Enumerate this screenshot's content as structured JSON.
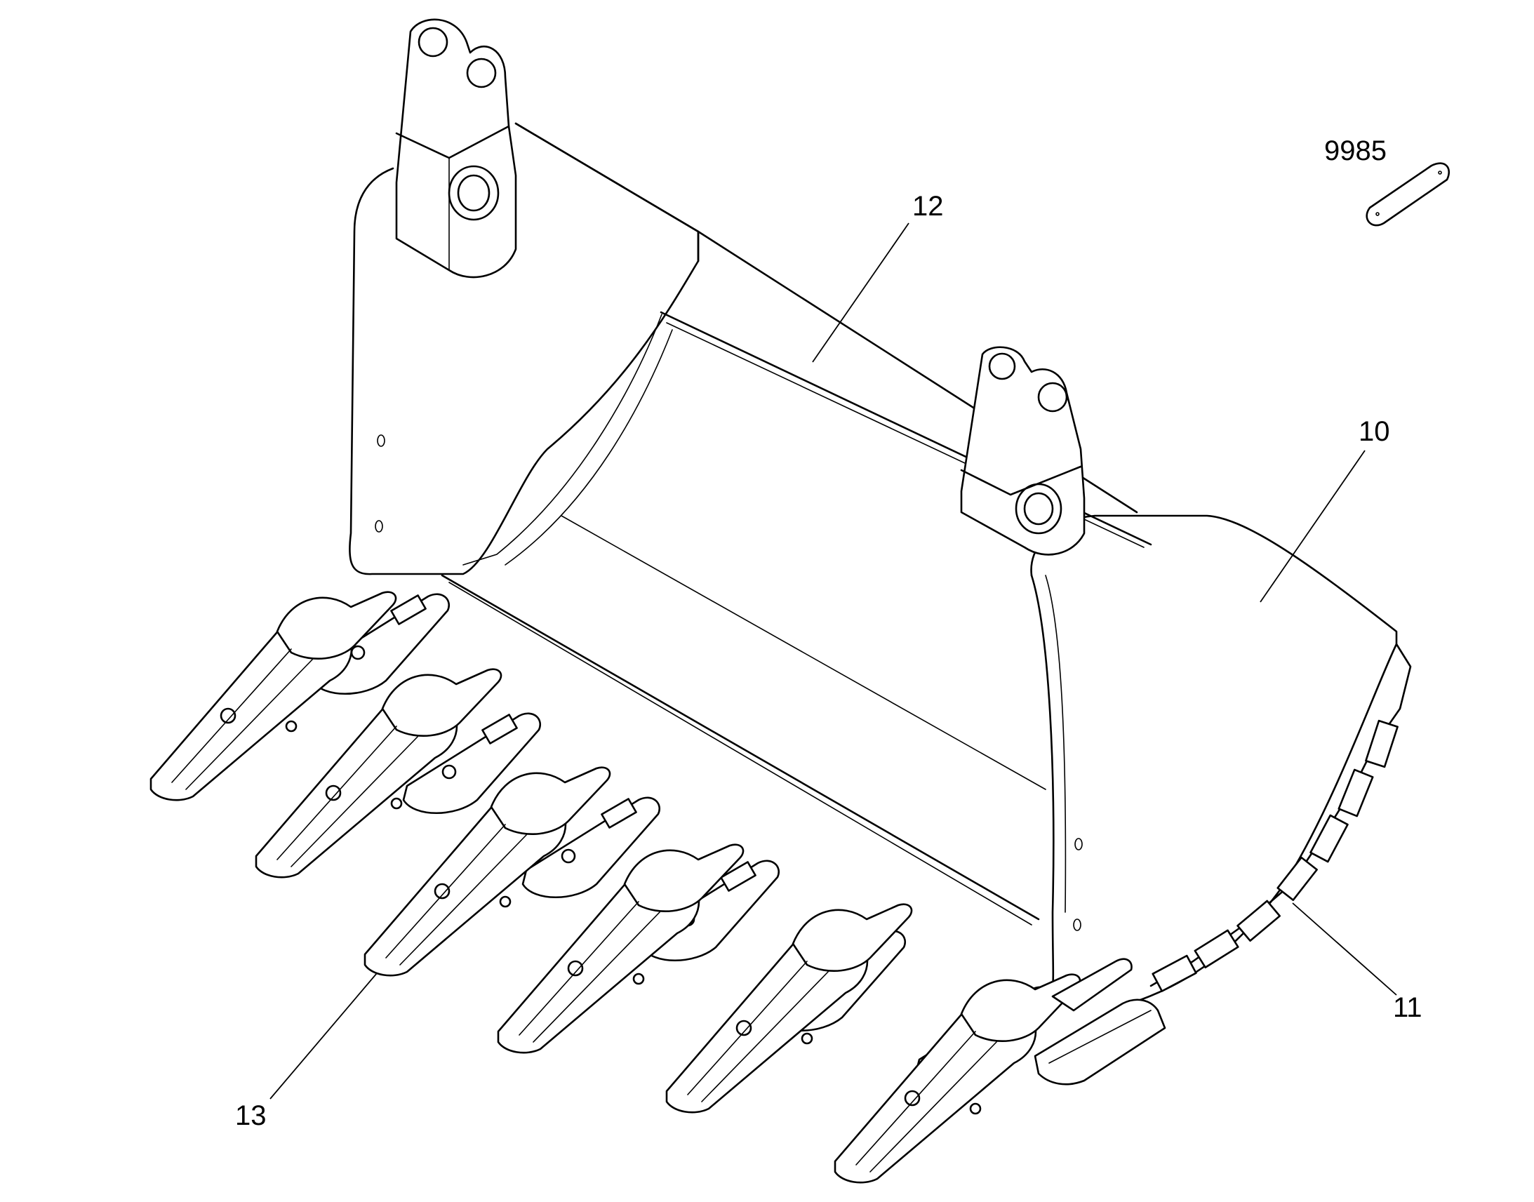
{
  "callouts": {
    "c9985": "9985",
    "c12": "12",
    "c10": "10",
    "c11": "11",
    "c13": "13"
  },
  "colors": {
    "line": "#000000",
    "background": "#ffffff"
  }
}
